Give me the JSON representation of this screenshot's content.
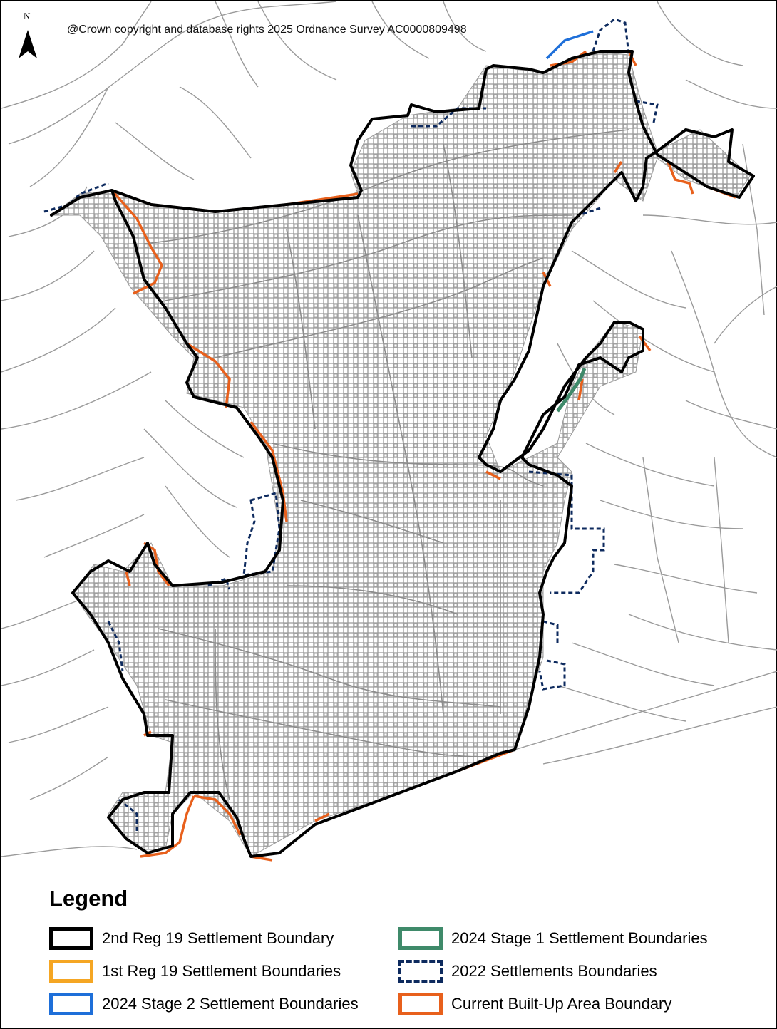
{
  "map": {
    "copyright": "@Crown copyright and database rights 2025 Ordnance Survey AC0000809498",
    "north_label": "N"
  },
  "legend": {
    "title": "Legend",
    "items": [
      {
        "label": "2nd Reg 19 Settlement Boundary",
        "color": "#000000",
        "style": "solid"
      },
      {
        "label": "1st Reg 19 Settlement Boundaries",
        "color": "#f5a623",
        "style": "solid"
      },
      {
        "label": "2024 Stage 2 Settlement Boundaries",
        "color": "#1e6fd9",
        "style": "solid"
      },
      {
        "label": "2024 Stage 1 Settlement Boundaries",
        "color": "#3f8a6a",
        "style": "solid"
      },
      {
        "label": "2022 Settlements Boundaries",
        "color": "#0d2a5e",
        "style": "dashed"
      },
      {
        "label": "Current Built-Up Area Boundary",
        "color": "#e8601c",
        "style": "solid"
      }
    ]
  },
  "colors": {
    "base_map_lines": "#9a9a9a",
    "built_up_fill": "#b5b5b5"
  }
}
